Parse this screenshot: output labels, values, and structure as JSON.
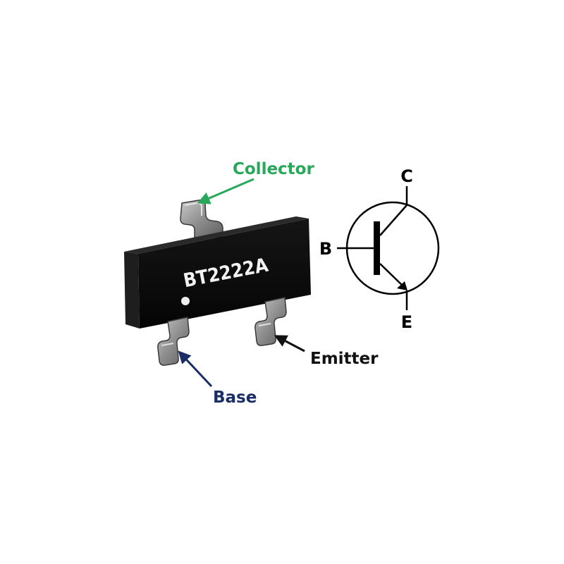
{
  "package": {
    "marking": "BT2222A",
    "body_color": "#0d0d0d",
    "lead_color": "#8c8c8c"
  },
  "labels": {
    "collector": {
      "text": "Collector",
      "color": "#27a85a"
    },
    "base": {
      "text": "Base",
      "color": "#1b2d66"
    },
    "emitter": {
      "text": "Emitter",
      "color": "#111111"
    }
  },
  "symbol": {
    "type": "npn-transistor",
    "collector_letter": "C",
    "base_letter": "B",
    "emitter_letter": "E",
    "line_color": "#000000"
  }
}
